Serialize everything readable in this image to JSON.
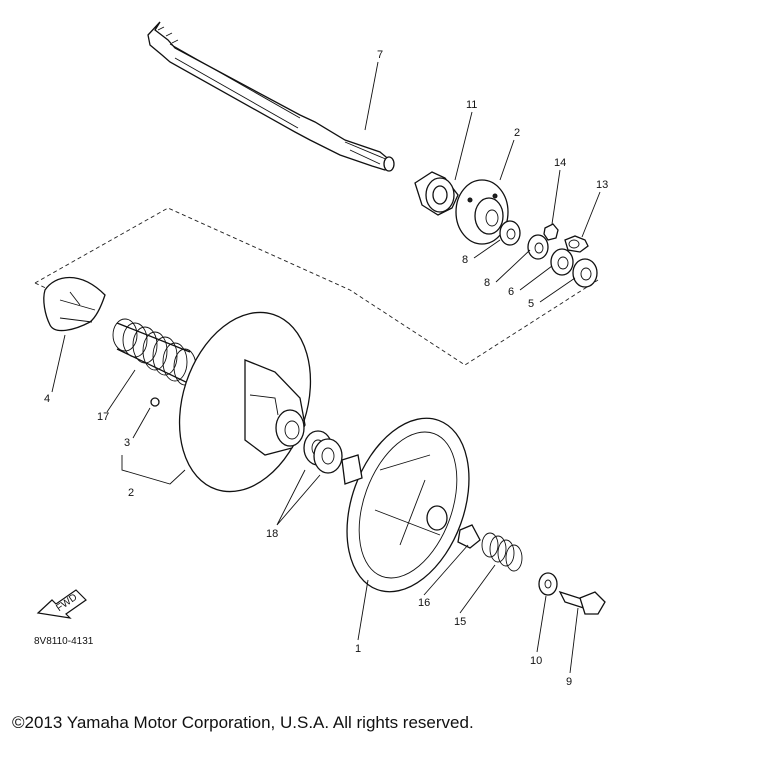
{
  "diagram": {
    "callouts": {
      "c1": "1",
      "c2a": "2",
      "c2b": "2",
      "c3": "3",
      "c4": "4",
      "c5": "5",
      "c6": "6",
      "c7": "7",
      "c8a": "8",
      "c8b": "8",
      "c9": "9",
      "c10": "10",
      "c11": "11",
      "c13": "13",
      "c14": "14",
      "c15": "15",
      "c16": "16",
      "c17": "17",
      "c18": "18"
    },
    "fwd_label": "FWD",
    "part_code": "8V8110-4131"
  },
  "footer": {
    "copyright": "©2013 Yamaha Motor Corporation, U.S.A. All rights reserved."
  }
}
